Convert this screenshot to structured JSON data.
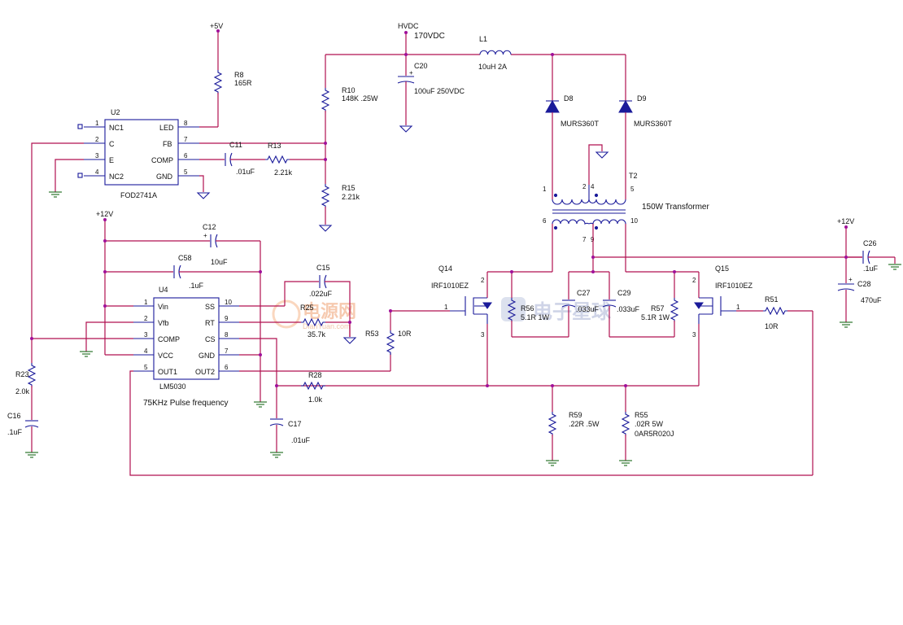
{
  "nets": {
    "p5v": "+5V",
    "hvdc": "HVDC",
    "hv_value": "170VDC",
    "p12a": "+12V",
    "p12b": "+12V"
  },
  "title": "150W Transformer",
  "note": "75KHz Pulse frequency",
  "watermark": {
    "left": "电源网",
    "left_sub": "DianYuan.com",
    "right": "电子星球"
  },
  "u2": {
    "ref": "U2",
    "part": "FOD2741A",
    "pins": [
      {
        "n": "1",
        "l": "NC1"
      },
      {
        "n": "2",
        "l": "C"
      },
      {
        "n": "3",
        "l": "E"
      },
      {
        "n": "4",
        "l": "NC2"
      },
      {
        "n": "8",
        "l": "LED"
      },
      {
        "n": "7",
        "l": "FB"
      },
      {
        "n": "6",
        "l": "COMP"
      },
      {
        "n": "5",
        "l": "GND"
      }
    ]
  },
  "u4": {
    "ref": "U4",
    "part": "LM5030",
    "pins": [
      {
        "n": "1",
        "l": "Vin"
      },
      {
        "n": "2",
        "l": "Vfb"
      },
      {
        "n": "3",
        "l": "COMP"
      },
      {
        "n": "4",
        "l": "VCC"
      },
      {
        "n": "5",
        "l": "OUT1"
      },
      {
        "n": "10",
        "l": "SS"
      },
      {
        "n": "9",
        "l": "RT"
      },
      {
        "n": "8",
        "l": "CS"
      },
      {
        "n": "7",
        "l": "GND"
      },
      {
        "n": "6",
        "l": "OUT2"
      }
    ]
  },
  "parts": {
    "r8": [
      "R8",
      "165R"
    ],
    "r10": [
      "R10",
      "148K .25W"
    ],
    "c20": [
      "C20",
      "100uF 250VDC"
    ],
    "l1": [
      "L1",
      "10uH 2A"
    ],
    "d8": [
      "D8",
      "MURS360T"
    ],
    "d9": [
      "D9",
      "MURS360T"
    ],
    "c11": [
      "C11",
      ".01uF"
    ],
    "r13": [
      "R13",
      "2.21k"
    ],
    "r15": [
      "R15",
      "2.21k"
    ],
    "t2": "T2",
    "c12": [
      "C12",
      "10uF"
    ],
    "c58": [
      "C58",
      ".1uF"
    ],
    "c15": [
      "C15",
      ".022uF"
    ],
    "r25": [
      "R25",
      "35.7k"
    ],
    "r53": [
      "R53",
      "10R"
    ],
    "r23": [
      "R23",
      "2.0k"
    ],
    "c16": [
      "C16",
      ".1uF"
    ],
    "r28": [
      "R28",
      "1.0k"
    ],
    "c17": [
      "C17",
      ".01uF"
    ],
    "q14": [
      "Q14",
      "IRF1010EZ"
    ],
    "q15": [
      "Q15",
      "IRF1010EZ"
    ],
    "r56": [
      "R56",
      "5.1R 1W"
    ],
    "c27": [
      "C27",
      ".033uF"
    ],
    "c29": [
      "C29",
      ".033uF"
    ],
    "r57": [
      "R57",
      "5.1R 1W"
    ],
    "r51": [
      "R51",
      "10R"
    ],
    "c26": [
      "C26",
      ".1uF"
    ],
    "c28": [
      "C28",
      "470uF"
    ],
    "r59": [
      "R59",
      ".22R .5W"
    ],
    "r55": [
      "R55",
      ".02R 5W",
      "0AR5R020J"
    ]
  },
  "tpins": {
    "p1": "1",
    "p2": "2",
    "p4": "4",
    "p5": "5",
    "p6": "6",
    "p7": "7",
    "p9": "9",
    "p10": "10"
  },
  "qpins": {
    "q14g": "1",
    "q14d": "2",
    "q14s": "3",
    "q15g": "1",
    "q15d": "2",
    "q15s": "3"
  }
}
